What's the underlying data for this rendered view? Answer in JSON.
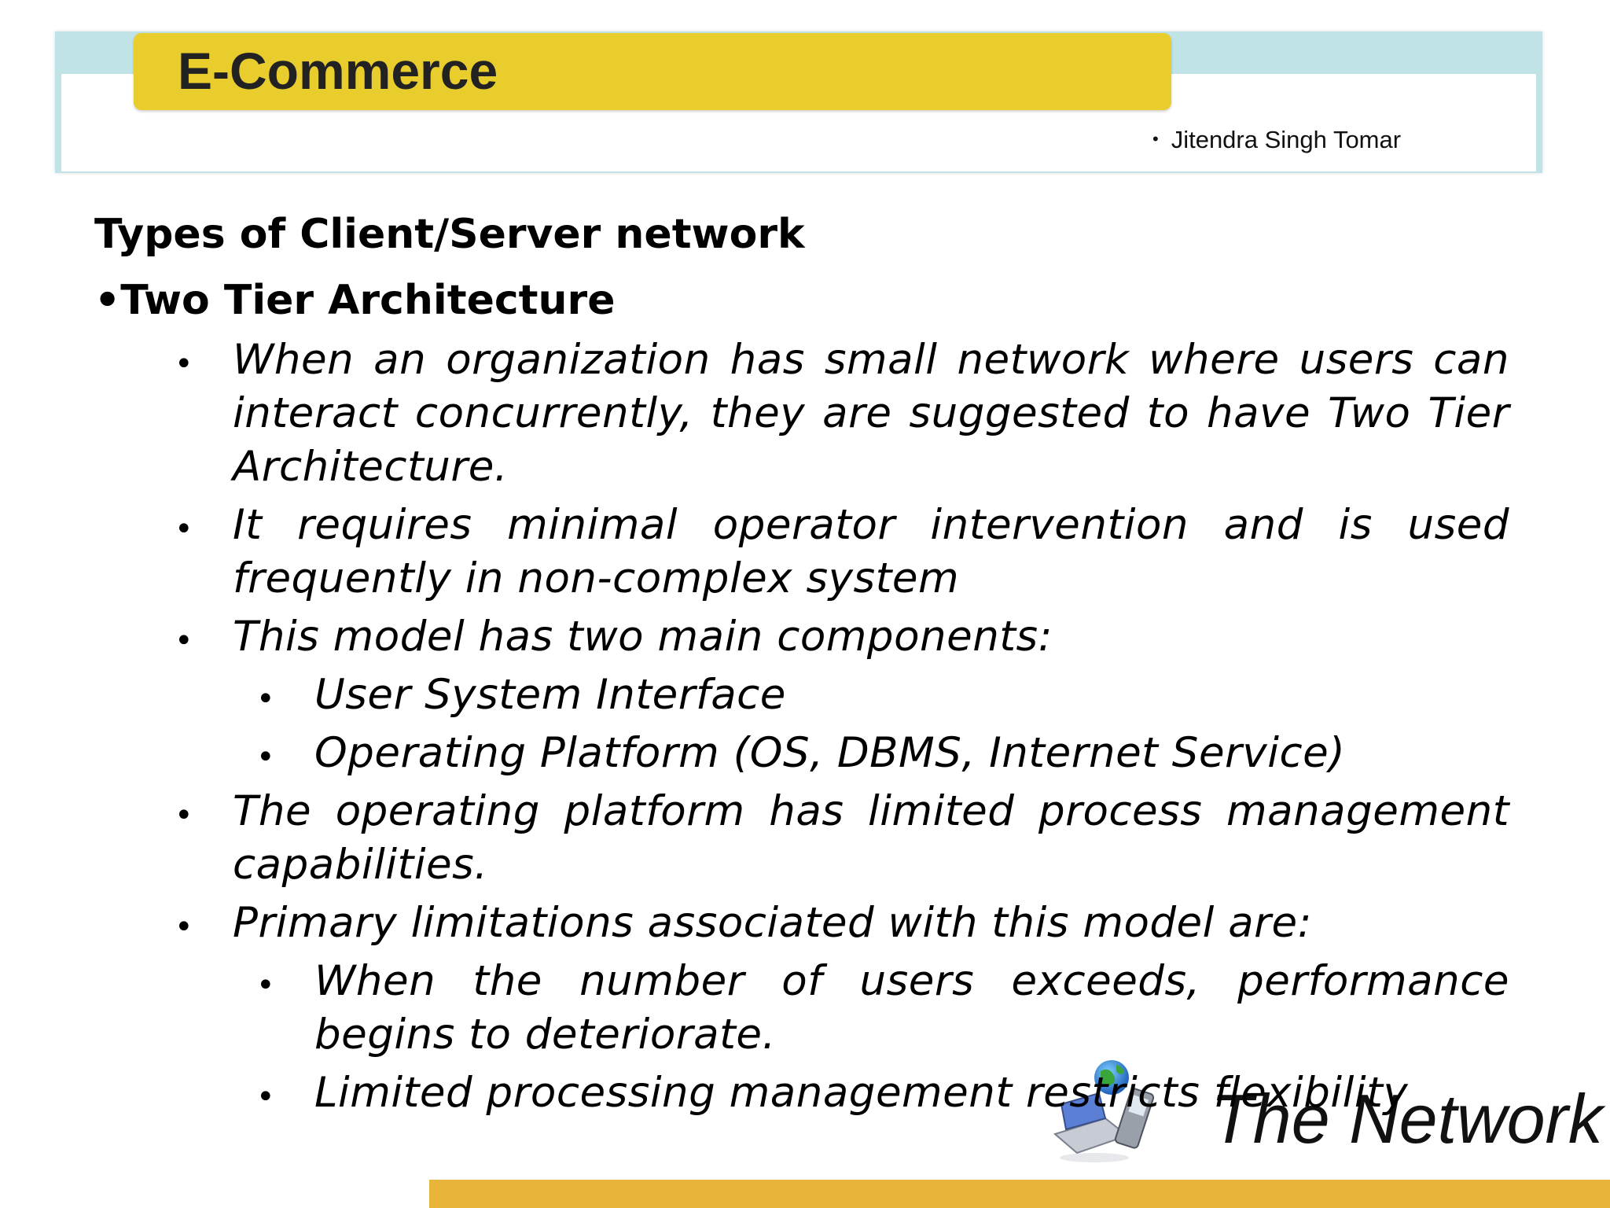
{
  "header": {
    "title": "E-Commerce",
    "author": "Jitendra Singh Tomar",
    "author_bullet": "•"
  },
  "content": {
    "heading": "Types of Client/Server network",
    "subheading": "•Two Tier Architecture",
    "bullet": "•",
    "items": [
      "When an organization has small network where users can interact concurrently, they are suggested to have Two Tier Architecture.",
      "It requires minimal operator intervention and is used frequently in non-complex system",
      "This model has two main components:",
      "User System Interface",
      "Operating Platform (OS, DBMS, Internet Service)",
      "The operating platform has limited process management capabilities.",
      "Primary limitations associated with this model are:",
      "When the number of users exceeds, performance begins to deteriorate.",
      "Limited processing management restricts flexibility"
    ]
  },
  "logo": {
    "text": "The Network",
    "icon": "globe-laptop-phone-icon"
  },
  "colors": {
    "title_bg": "#e8cd2c",
    "header_band": "#bfe3e6",
    "bottom_bar": "#e9b43a"
  }
}
